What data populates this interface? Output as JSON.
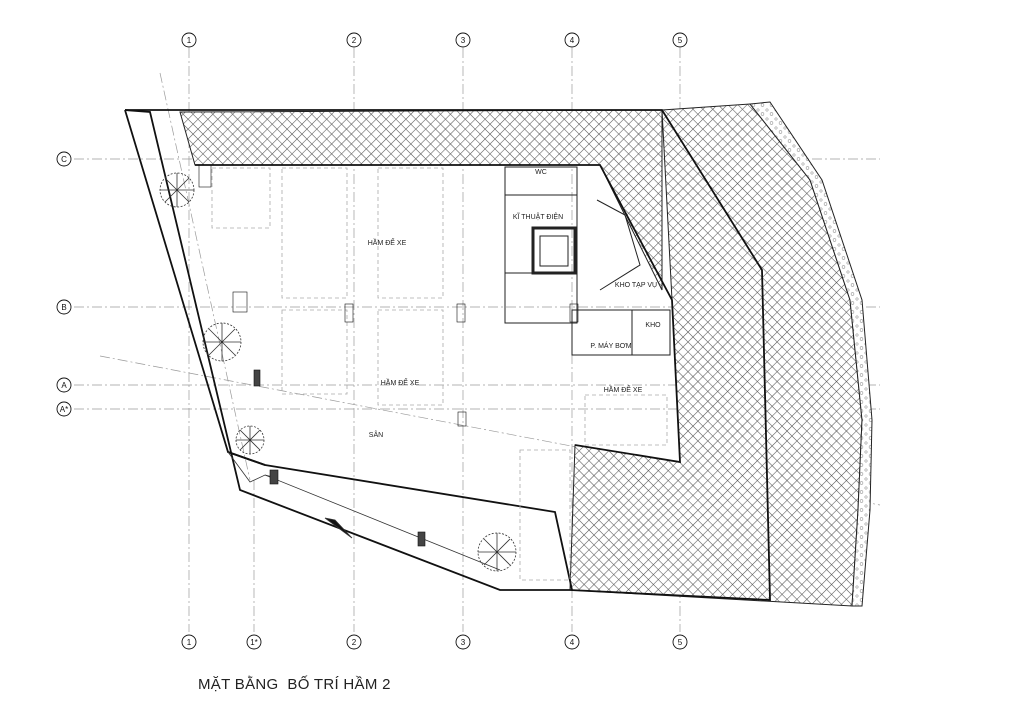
{
  "title": "MẶT BẰNG  BỐ TRÍ HẦM 2",
  "grid_axes": {
    "vertical_top": [
      "1",
      "2",
      "3",
      "4",
      "5"
    ],
    "vertical_bottom": [
      "1",
      "1*",
      "2",
      "3",
      "4",
      "5"
    ],
    "horizontal_left": [
      "C",
      "B",
      "A",
      "A*"
    ]
  },
  "rooms": {
    "wc": "WC",
    "ki_thuat_dien": "KĨ THUẬT ĐIỆN",
    "ham_de_xe_1": "HẦM ĐỂ XE",
    "ham_de_xe_2": "HẦM ĐỂ XE",
    "ham_de_xe_3": "HẦM ĐỂ XE",
    "kho_tap_vu": "KHO TẠP VỤ",
    "kho": "KHO",
    "p_may_bom": "P. MÁY BƠM",
    "san": "SÂN"
  },
  "colors": {
    "line": "#111111",
    "hatch": "#444444",
    "grid": "#9a9a9a"
  }
}
